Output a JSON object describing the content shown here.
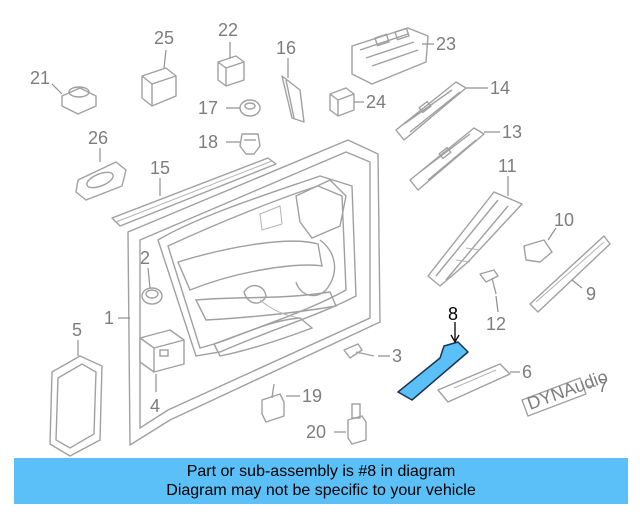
{
  "callouts": {
    "c1": "1",
    "c2": "2",
    "c3": "3",
    "c4": "4",
    "c5": "5",
    "c6": "6",
    "c7": "7",
    "c8": "8",
    "c9": "9",
    "c10": "10",
    "c11": "11",
    "c12": "12",
    "c13": "13",
    "c14": "14",
    "c15": "15",
    "c16": "16",
    "c17": "17",
    "c18": "18",
    "c19": "19",
    "c20": "20",
    "c21": "21",
    "c22": "22",
    "c23": "23",
    "c24": "24",
    "c25": "25",
    "c26": "26"
  },
  "highlight": {
    "part": "8",
    "color": "#5bc0f8"
  },
  "badge_text": "DYNAudio",
  "banner": {
    "line1": "Part or sub-assembly is #8 in diagram",
    "line2": "Diagram may not be specific to your vehicle",
    "color": "#5bc0f8"
  }
}
